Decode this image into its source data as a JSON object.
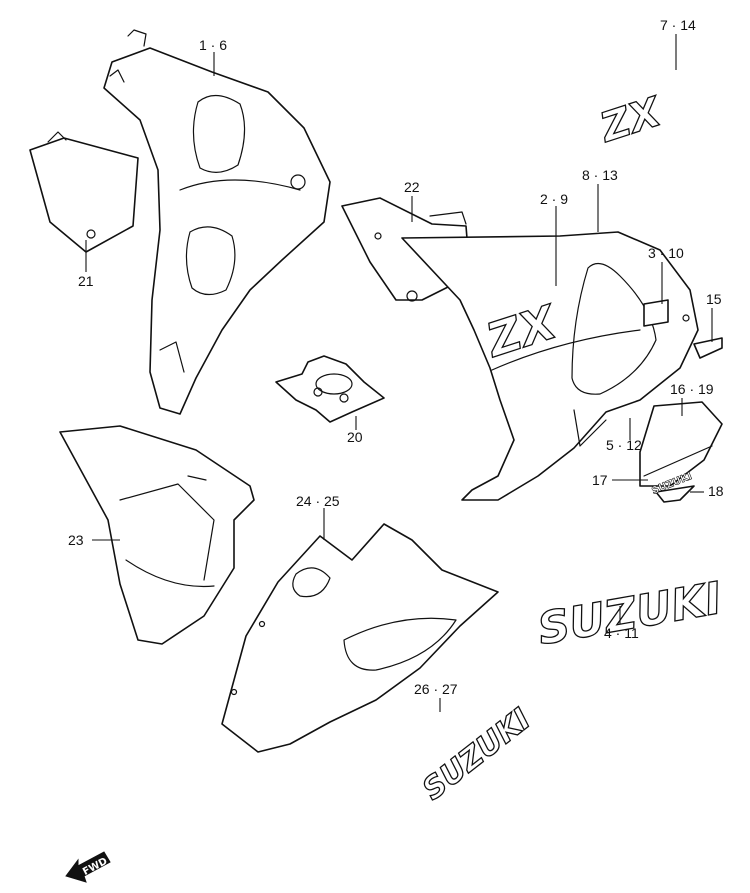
{
  "labels": {
    "l_1_6": "1 · 6",
    "l_7_14": "7 · 14",
    "l_8_13": "8 · 13",
    "l_2_9": "2 · 9",
    "l_22": "22",
    "l_3_10": "3 · 10",
    "l_15": "15",
    "l_16_19": "16 · 19",
    "l_5_12": "5 · 12",
    "l_17": "17",
    "l_18": "18",
    "l_21": "21",
    "l_20": "20",
    "l_23": "23",
    "l_24_25": "24 · 25",
    "l_4_11": "4 · 11",
    "l_26_27": "26 · 27"
  },
  "decals": {
    "zx_top": "ZX",
    "zx_side": "ZX",
    "suzuki_large": "SUZUKI",
    "suzuki_small": "SUZUKI",
    "badge": "SUZUKI",
    "fwd": "FWD"
  }
}
